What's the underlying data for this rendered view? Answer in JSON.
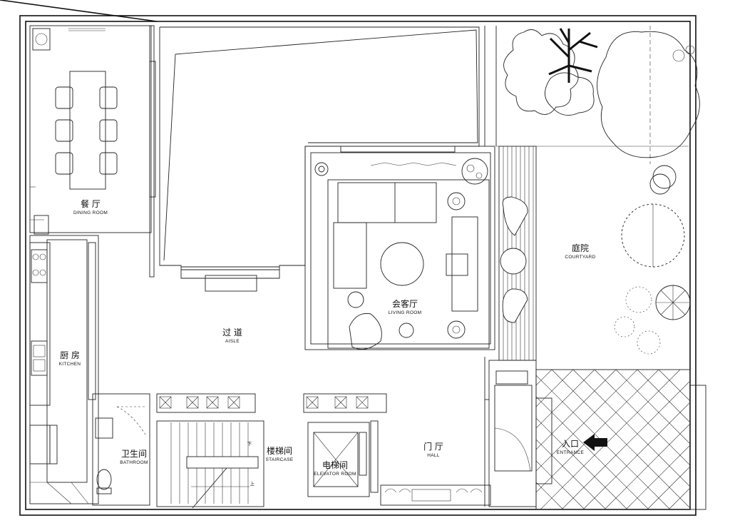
{
  "rooms": {
    "dining": {
      "cn": "餐 厅",
      "en": "DINING ROOM"
    },
    "aisle": {
      "cn": "过 道",
      "en": "AISLE"
    },
    "living": {
      "cn": "会客厅",
      "en": "LIVING ROOM"
    },
    "courtyard": {
      "cn": "庭院",
      "en": "COURTYARD"
    },
    "kitchen": {
      "cn": "厨 房",
      "en": "KITCHEN"
    },
    "bathroom": {
      "cn": "卫生间",
      "en": "BATHROOM"
    },
    "staircase": {
      "cn": "楼梯间",
      "en": "STAIRCASE"
    },
    "elevator": {
      "cn": "电梯间",
      "en": "ELEVATOR ROOM"
    },
    "hall": {
      "cn": "门 厅",
      "en": "HALL"
    },
    "entrance": {
      "cn": "入口",
      "en": "ENTRANCE"
    }
  },
  "stair_marks": {
    "down": "下",
    "up": "上"
  },
  "colors": {
    "line": "#111111",
    "background": "#ffffff",
    "arrow": "#111111"
  }
}
